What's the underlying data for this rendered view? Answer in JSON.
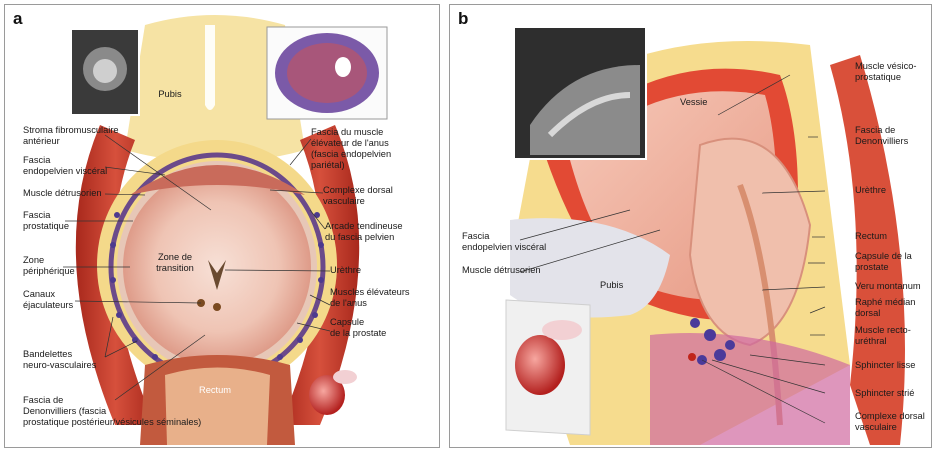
{
  "panel_a": {
    "letter": "a",
    "labels": {
      "pubis": "Pubis",
      "stroma": "Stroma fibromusculaire\nantérieur",
      "fascia_visceral": "Fascia\nendopelvien viscéral",
      "muscle_detrusorien": "Muscle détrusorien",
      "fascia_prostatique": "Fascia\nprostatique",
      "zone_peripherique": "Zone\npériphérique",
      "canaux": "Canaux\néjaculateurs",
      "bandelettes": "Bandelettes\nneuro-vasculaires",
      "denonvilliers": "Fascia de\nDenonvilliers (fascia\nprostatique postérieur/vésicules séminales)",
      "fascia_muscle_elevateur": "Fascia du muscle\nélévateur de l'anus\n(fascia endopelvien\npariétal)",
      "complexe_dorsal": "Complexe dorsal\nvasculaire",
      "arcade": "Arcade tendineuse\ndu fascia pelvien",
      "uretre": "Urèthre",
      "muscles_elevateurs": "Muscles élévateurs\nde l'anus",
      "capsule": "Capsule\nde la prostate",
      "zone_transition": "Zone de\ntransition",
      "rectum": "Rectum"
    }
  },
  "panel_b": {
    "letter": "b",
    "labels": {
      "vessie": "Vessie",
      "pubis": "Pubis",
      "fascia_visceral": "Fascia\nendopelvien viscéral",
      "muscle_detrusorien": "Muscle détrusorien",
      "muscle_vesico": "Muscle vésico-\nprostatique",
      "fascia_denon": "Fascia de\nDenonvilliers",
      "uretre": "Urèthre",
      "rectum": "Rectum",
      "capsule": "Capsule de la\nprostate",
      "veru": "Veru montanum",
      "raphe": "Raphé médian\ndorsal",
      "muscle_recto": "Muscle recto-\nuréthral",
      "sphincter_lisse": "Sphincter lisse",
      "sphincter_strie": "Sphincter strié",
      "complexe_dorsal": "Complexe dorsal\nvasculaire"
    }
  }
}
